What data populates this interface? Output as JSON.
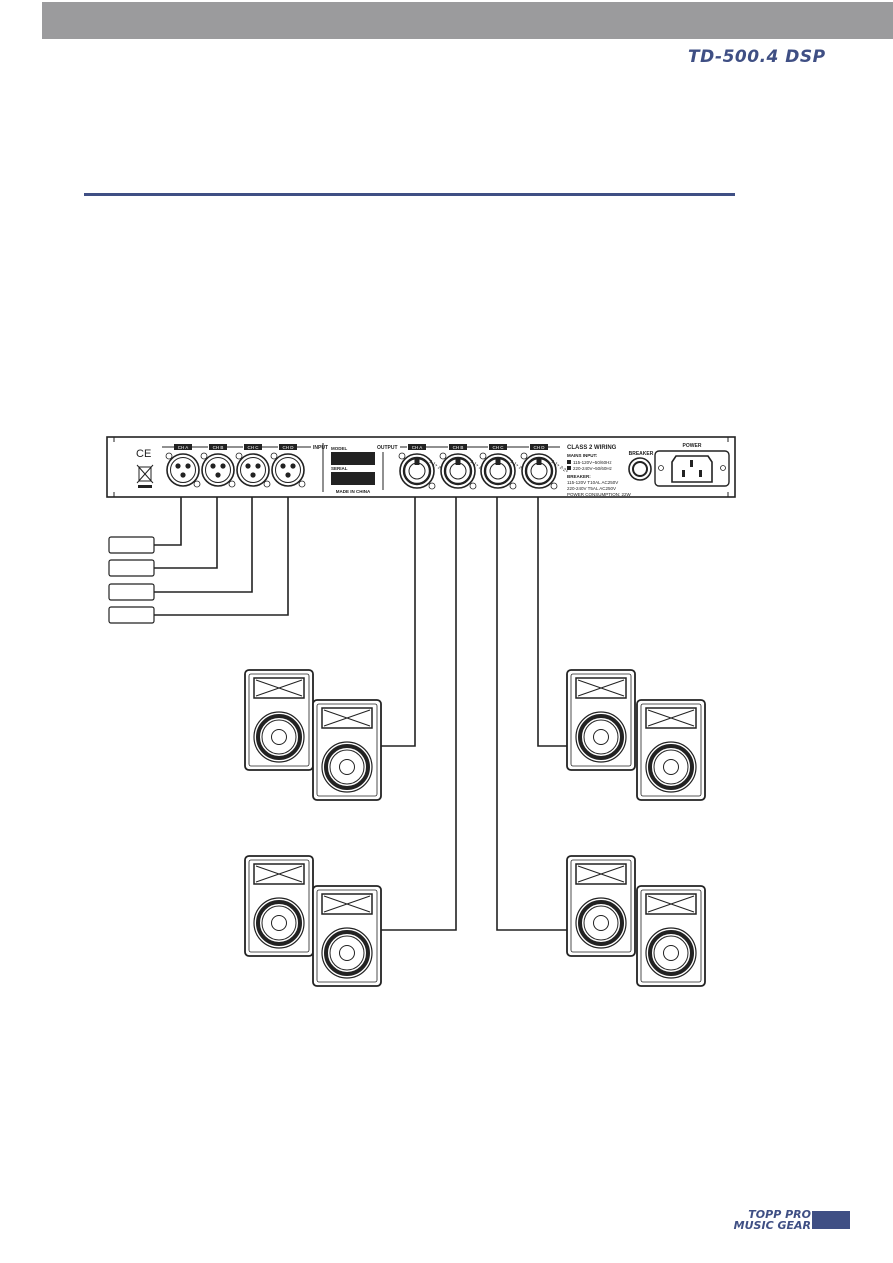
{
  "header": {
    "model": "TD-500.4 DSP"
  },
  "footer": {
    "brand_line1": "TOPP PRO",
    "brand_line2": "MUSIC GEAR"
  },
  "panel": {
    "ce_mark": "CE",
    "input_label": "INPUT",
    "input_channels": [
      "CH A",
      "CH B",
      "CH C",
      "CH D"
    ],
    "model_label": "MODEL",
    "serial_label": "SERIAL",
    "made_in": "MADE IN CHINA",
    "output_label": "OUTPUT",
    "output_channels": [
      "CH A",
      "CH B",
      "CH C",
      "CH D"
    ],
    "wiring_title": "CLASS 2 WIRING",
    "mains_title": "MAINS INPUT:",
    "mains_lines": [
      "115-120V~50/60Hz",
      "220-240V~50/60Hz"
    ],
    "breaker_title": "BREAKER:",
    "breaker_lines": [
      "115-120V T10AL AC250V",
      "220-240V T5AL AC250V",
      "POWER CONSUMPTION: 22W"
    ],
    "breaker_label": "BREAKER",
    "power_label": "POWER"
  }
}
